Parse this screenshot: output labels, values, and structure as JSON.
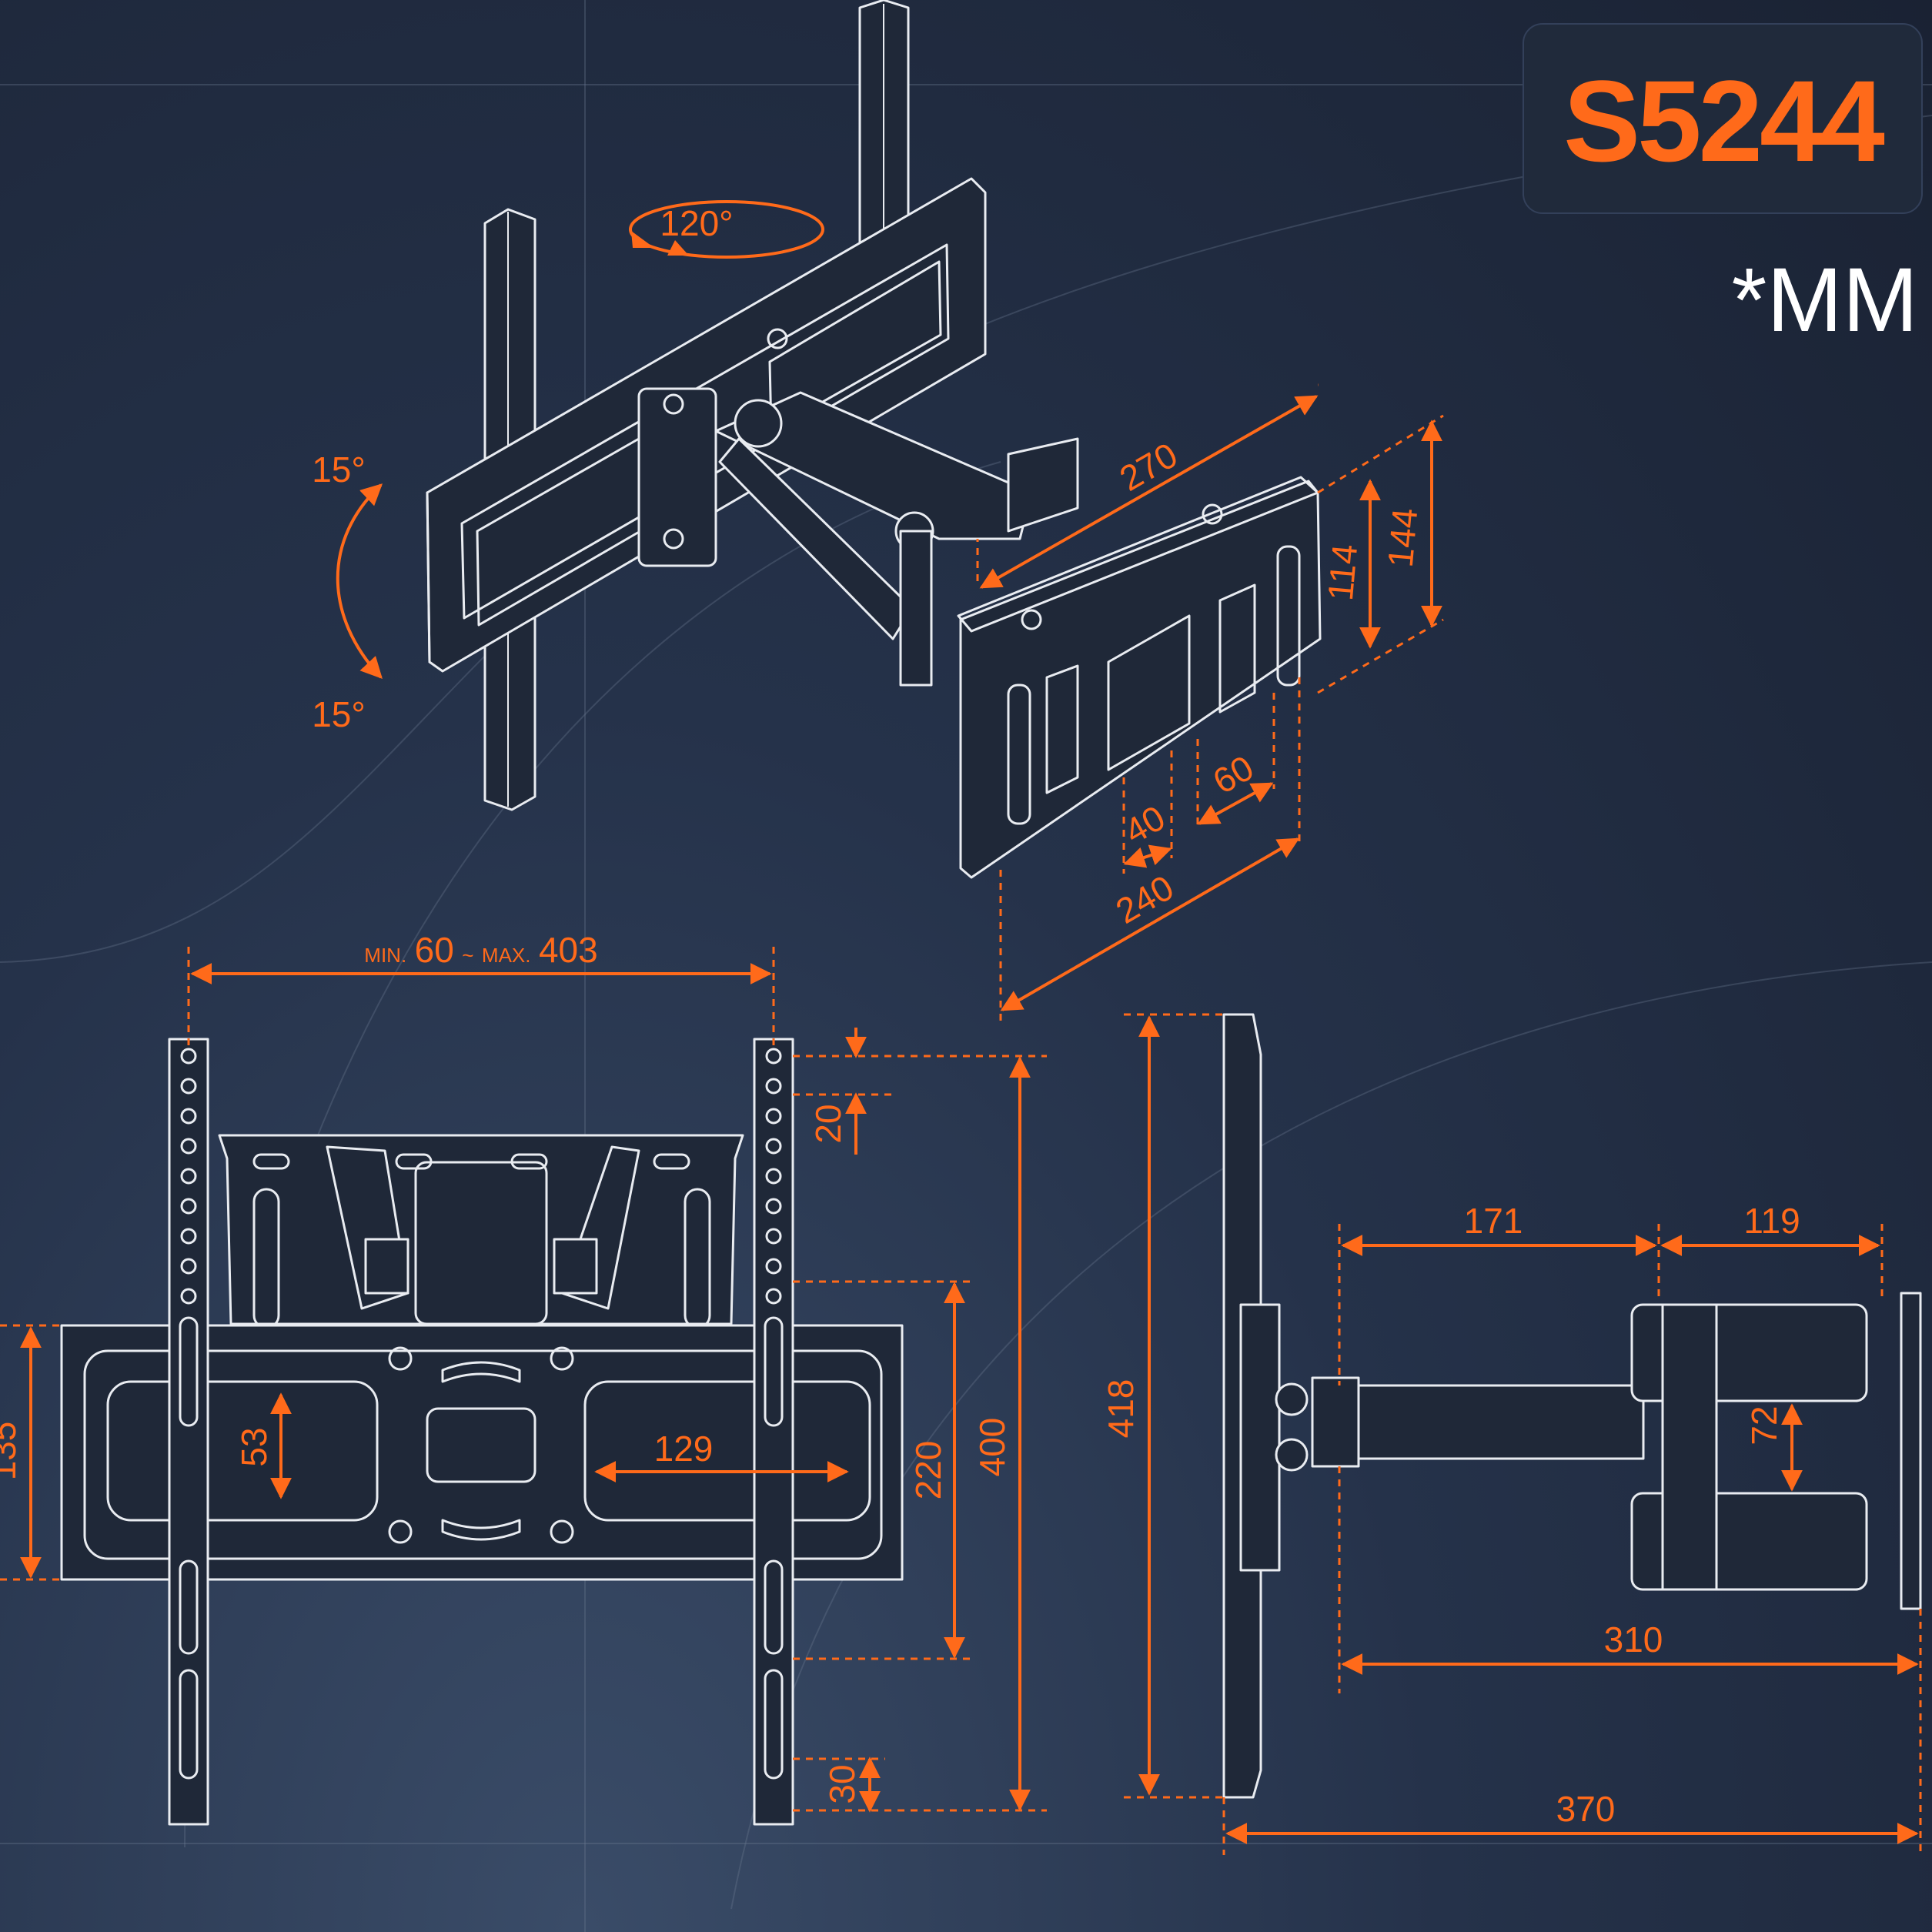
{
  "model": "S5244",
  "unit_note": "*MM",
  "angles": {
    "swivel": "120°",
    "tilt_up": "15°",
    "tilt_down": "15°"
  },
  "iso_dims": {
    "arm_extension": "270",
    "plate_height_outer": "144",
    "plate_height_inner": "114",
    "slot_spacing_a": "40",
    "slot_spacing_b": "60",
    "plate_width": "240"
  },
  "front_dims": {
    "vesa_width_min_label": "MIN.",
    "vesa_width_min": "60",
    "vesa_width_sep": "~",
    "vesa_width_max_label": "MAX.",
    "vesa_width_max": "403",
    "top_hole_offset": "20",
    "wall_plate_height": "220",
    "vesa_height": "400",
    "bottom_hole_offset": "30",
    "bracket_height": "135",
    "slot_height": "53",
    "slot_spacing": "129"
  },
  "side_dims": {
    "overall_height": "418",
    "arm_segment_1": "171",
    "arm_segment_2": "119",
    "wall_plate_gap": "72",
    "min_depth": "310",
    "max_depth": "370"
  },
  "colors": {
    "accent": "#ff6a1a",
    "line": "#e9ecf1",
    "background": "#1f2838"
  }
}
